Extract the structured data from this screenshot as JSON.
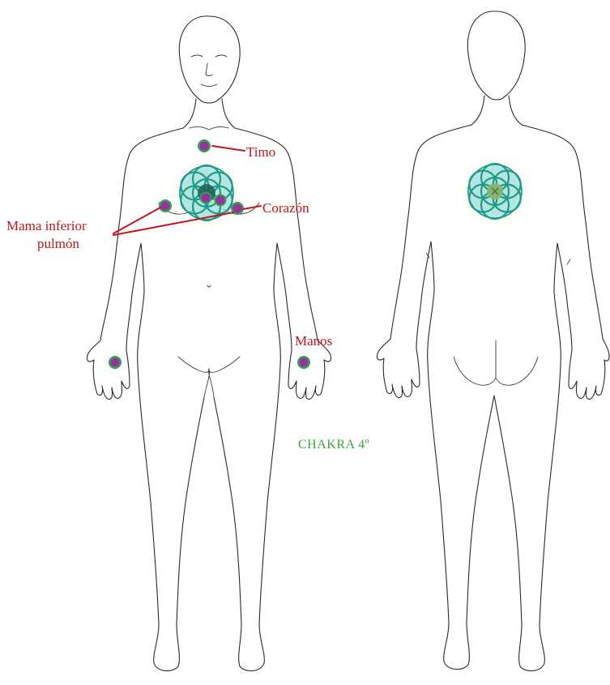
{
  "labels": {
    "thymus": "Timo",
    "heart": "Corazón",
    "lower_breast_line1": "Mama inferior",
    "lower_breast_line2": "pulmón",
    "hands": "Manos"
  },
  "title": "CHAKRA 4º",
  "colors": {
    "label": "#c0161d",
    "title": "#3aa33a",
    "point_fill": "#9a2fa0",
    "point_ring": "#2ea44e",
    "chakra_outer": "#5cc7d6",
    "chakra_rings": "#1e9a8a",
    "chakra_center": "#1d5e55",
    "chakra_glow": "#cde98b",
    "outline": "#2a2a2a"
  },
  "icons": {
    "point": "acupoint-dot",
    "chakra": "flower-of-life-mandala"
  }
}
